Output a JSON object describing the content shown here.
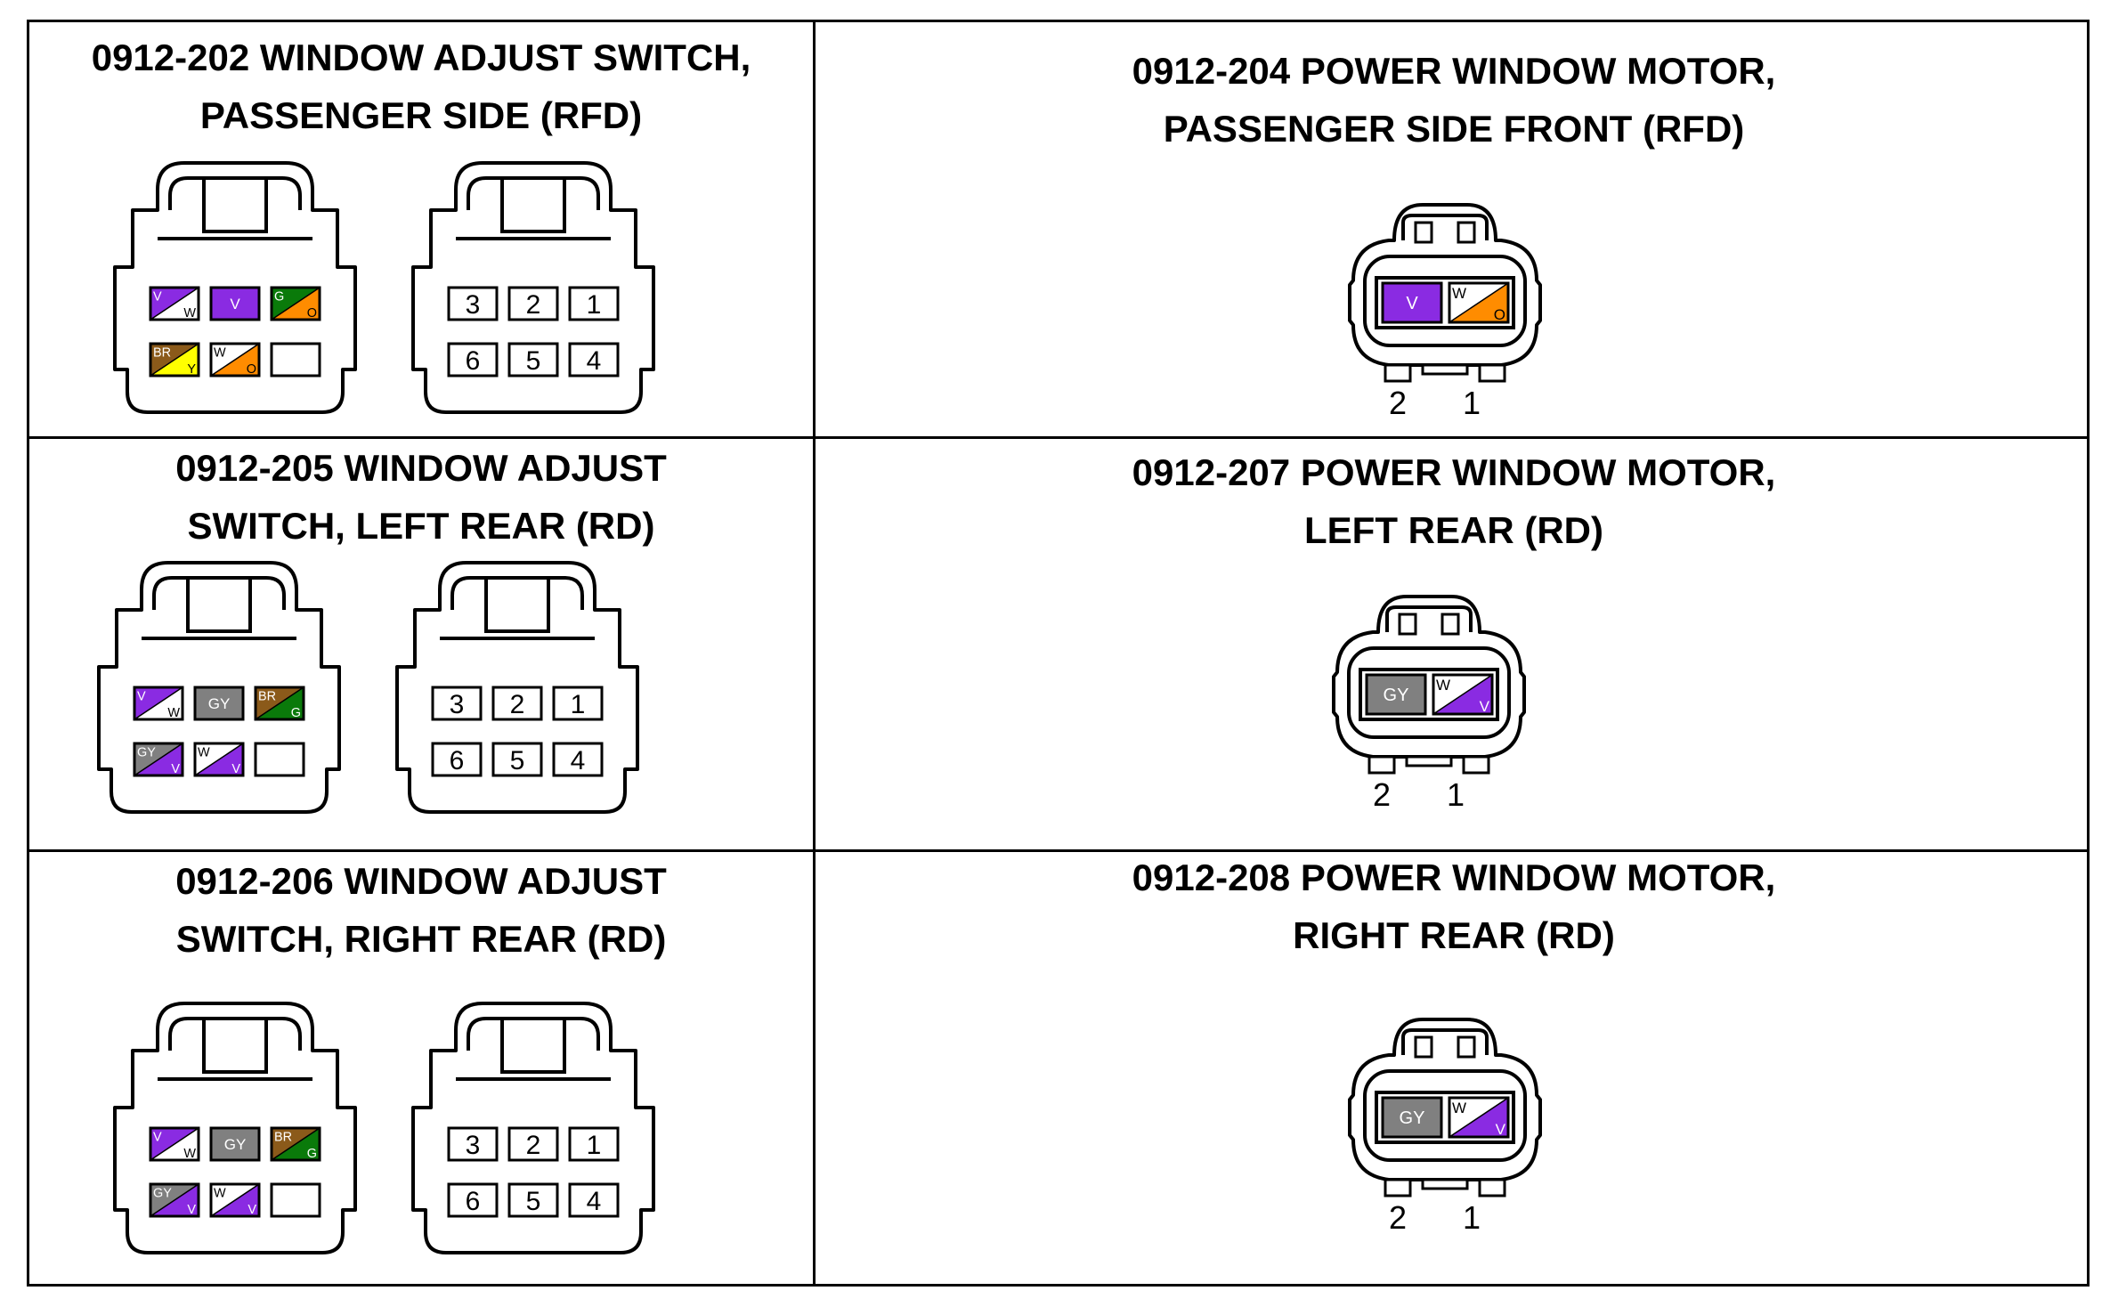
{
  "colors": {
    "V": "#8a2be2",
    "W": "#ffffff",
    "G": "#0a7a0a",
    "O": "#ff8c00",
    "BR": "#8b5a1a",
    "Y": "#ffff00",
    "GY": "#808080",
    "outline": "#000000"
  },
  "connectors": [
    {
      "id": "0912-202",
      "title_lines": [
        "0912-202 WINDOW ADJUST SWITCH,",
        "PASSENGER SIDE (RFD)"
      ],
      "type": "switch6",
      "pin_numbers": [
        [
          "3",
          "2",
          "1"
        ],
        [
          "6",
          "5",
          "4"
        ]
      ],
      "wires": [
        [
          {
            "c1": "V",
            "c2": "W",
            "l1": "V",
            "l2": "W"
          },
          {
            "c1": "V",
            "l1": "V"
          },
          {
            "c1": "G",
            "c2": "O",
            "l1": "G",
            "l2": "O"
          }
        ],
        [
          {
            "c1": "BR",
            "c2": "Y",
            "l1": "BR",
            "l2": "Y"
          },
          {
            "c1": "W",
            "c2": "O",
            "l1": "W",
            "l2": "O"
          },
          {
            "c1": "W"
          }
        ]
      ]
    },
    {
      "id": "0912-204",
      "title_lines": [
        "0912-204 POWER WINDOW MOTOR,",
        "PASSENGER SIDE FRONT (RFD)"
      ],
      "type": "motor2",
      "pin_numbers": [
        "2",
        "1"
      ],
      "wires": [
        {
          "c1": "V",
          "l1": "V"
        },
        {
          "c1": "W",
          "c2": "O",
          "l1": "W",
          "l2": "O"
        }
      ]
    },
    {
      "id": "0912-205",
      "title_lines": [
        "0912-205  WINDOW ADJUST",
        "SWITCH, LEFT REAR (RD)"
      ],
      "type": "switch6",
      "pin_numbers": [
        [
          "3",
          "2",
          "1"
        ],
        [
          "6",
          "5",
          "4"
        ]
      ],
      "wires": [
        [
          {
            "c1": "V",
            "c2": "W",
            "l1": "V",
            "l2": "W"
          },
          {
            "c1": "GY",
            "l1": "GY"
          },
          {
            "c1": "BR",
            "c2": "G",
            "l1": "BR",
            "l2": "G"
          }
        ],
        [
          {
            "c1": "GY",
            "c2": "V",
            "l1": "GY",
            "l2": "V"
          },
          {
            "c1": "W",
            "c2": "V",
            "l1": "W",
            "l2": "V"
          },
          {
            "c1": "W"
          }
        ]
      ]
    },
    {
      "id": "0912-207",
      "title_lines": [
        "0912-207 POWER WINDOW MOTOR,",
        "LEFT REAR (RD)"
      ],
      "type": "motor2",
      "pin_numbers": [
        "2",
        "1"
      ],
      "wires": [
        {
          "c1": "GY",
          "l1": "GY"
        },
        {
          "c1": "W",
          "c2": "V",
          "l1": "W",
          "l2": "V"
        }
      ]
    },
    {
      "id": "0912-206",
      "title_lines": [
        "0912-206  WINDOW ADJUST",
        "SWITCH, RIGHT REAR (RD)"
      ],
      "type": "switch6",
      "pin_numbers": [
        [
          "3",
          "2",
          "1"
        ],
        [
          "6",
          "5",
          "4"
        ]
      ],
      "wires": [
        [
          {
            "c1": "V",
            "c2": "W",
            "l1": "V",
            "l2": "W"
          },
          {
            "c1": "GY",
            "l1": "GY"
          },
          {
            "c1": "BR",
            "c2": "G",
            "l1": "BR",
            "l2": "G"
          }
        ],
        [
          {
            "c1": "GY",
            "c2": "V",
            "l1": "GY",
            "l2": "V"
          },
          {
            "c1": "W",
            "c2": "V",
            "l1": "W",
            "l2": "V"
          },
          {
            "c1": "W"
          }
        ]
      ]
    },
    {
      "id": "0912-208",
      "title_lines": [
        "0912-208 POWER WINDOW MOTOR,",
        "RIGHT REAR (RD)"
      ],
      "type": "motor2",
      "pin_numbers": [
        "2",
        "1"
      ],
      "wires": [
        {
          "c1": "GY",
          "l1": "GY"
        },
        {
          "c1": "W",
          "c2": "V",
          "l1": "W",
          "l2": "V"
        }
      ]
    }
  ]
}
